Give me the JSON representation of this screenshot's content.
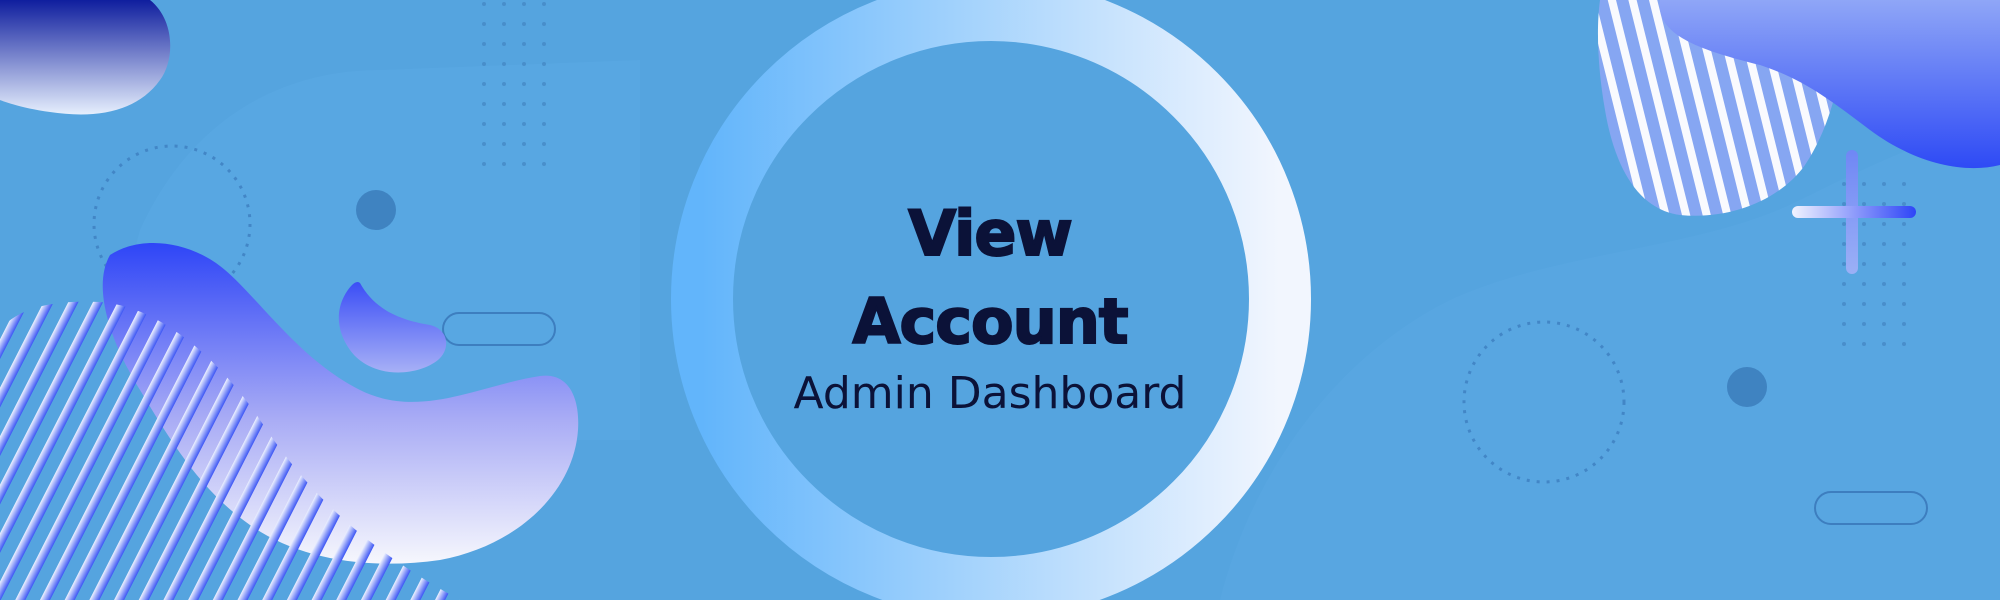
{
  "banner": {
    "title_line1": "View",
    "title_line2": "Account",
    "subtitle": "Admin Dashboard"
  },
  "colors": {
    "background": "#55a4df",
    "text": "#0b1238",
    "accent_blue": "#2e4af5",
    "light_blue": "#8eb8f7",
    "ring_start": "#62b5fb",
    "ring_end": "#f2f6fe"
  }
}
